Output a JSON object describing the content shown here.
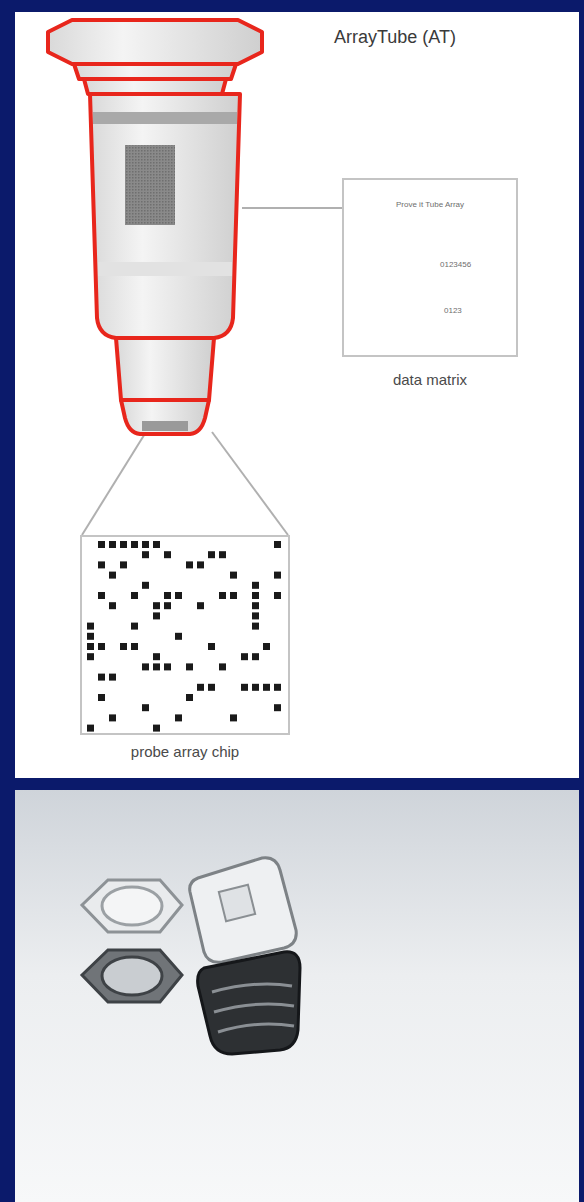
{
  "diagram": {
    "title": "ArrayTube (AT)",
    "nodes": [
      {
        "text": [
          "Prove it Tube Array",
          "0123456",
          "0123",
          "data matrix"
        ]
      },
      {
        "text": [
          "probe array chip"
        ]
      }
    ]
  }
}
